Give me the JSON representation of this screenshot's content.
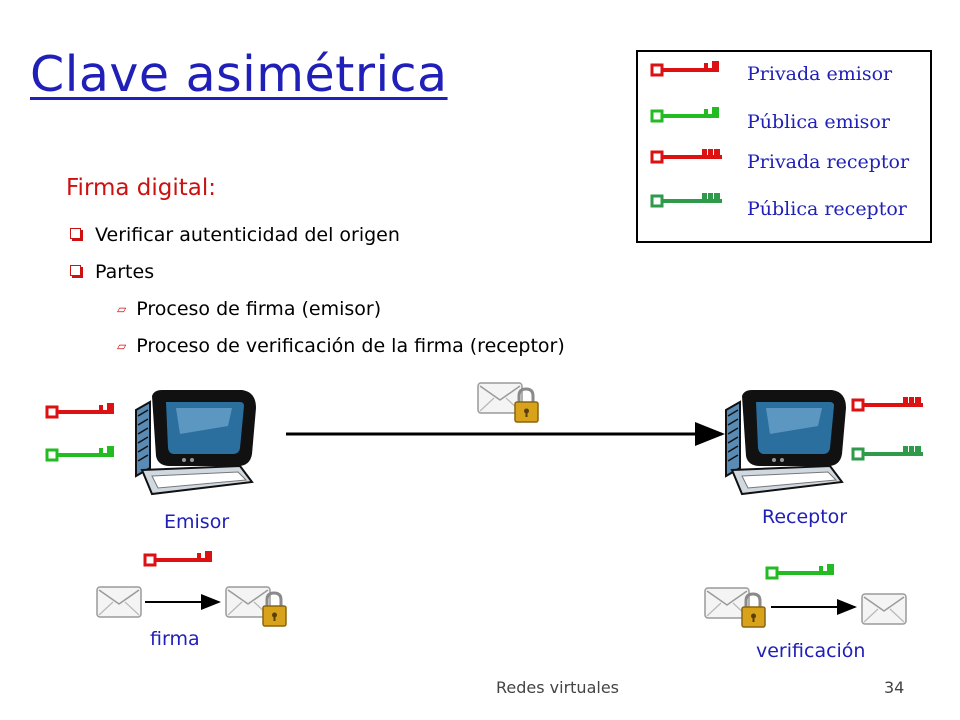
{
  "slide": {
    "title": "Clave asimétrica",
    "footer_left": "Redes virtuales",
    "page_number": "34"
  },
  "legend": {
    "items": [
      {
        "label": "Privada emisor",
        "color": "#dd1111"
      },
      {
        "label": "Pública emisor",
        "color": "#22bb22"
      },
      {
        "label": "Privada receptor",
        "color": "#dd1111"
      },
      {
        "label": "Pública receptor",
        "color": "#2e9a4a"
      }
    ]
  },
  "content": {
    "heading": "Firma digital:",
    "bullets": [
      {
        "text": "Verificar autenticidad del origen"
      },
      {
        "text": "Partes",
        "subitems": [
          "Proceso de firma (emisor)",
          "Proceso de verificación de la firma (receptor)"
        ]
      }
    ]
  },
  "diagram": {
    "sender_label": "Emisor",
    "receiver_label": "Receptor",
    "sign_label": "firma",
    "verify_label": "verificación",
    "colors": {
      "private_key": "#dd1111",
      "sender_public_key": "#22bb22",
      "receiver_public_key": "#2e9a4a",
      "monitor_frame": "#111111",
      "screen": "#2a6f9e",
      "lock": "#d8a21a",
      "arrow": "#000000"
    },
    "icons": [
      "computer-icon",
      "envelope-icon",
      "lock-icon",
      "key-icon"
    ]
  }
}
